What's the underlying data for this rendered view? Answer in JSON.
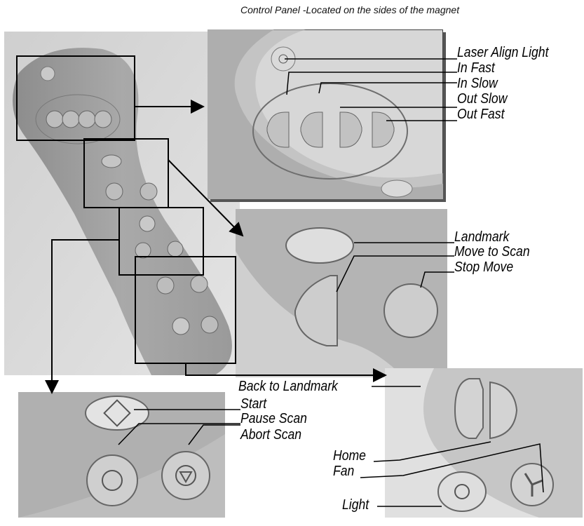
{
  "caption": "Control Panel -Located on the sides of the magnet",
  "labels": {
    "laser_align_light": "Laser Align Light",
    "in_fast": "In Fast",
    "in_slow": "In Slow",
    "out_slow": "Out Slow",
    "out_fast": "Out Fast",
    "landmark": "Landmark",
    "move_to_scan": "Move to Scan",
    "stop_move": "Stop Move",
    "back_to_landmark": "Back to Landmark",
    "start": "Start",
    "pause_scan": "Pause Scan",
    "abort_scan": "Abort Scan",
    "home": "Home",
    "fan": "Fan",
    "light": "Light"
  }
}
